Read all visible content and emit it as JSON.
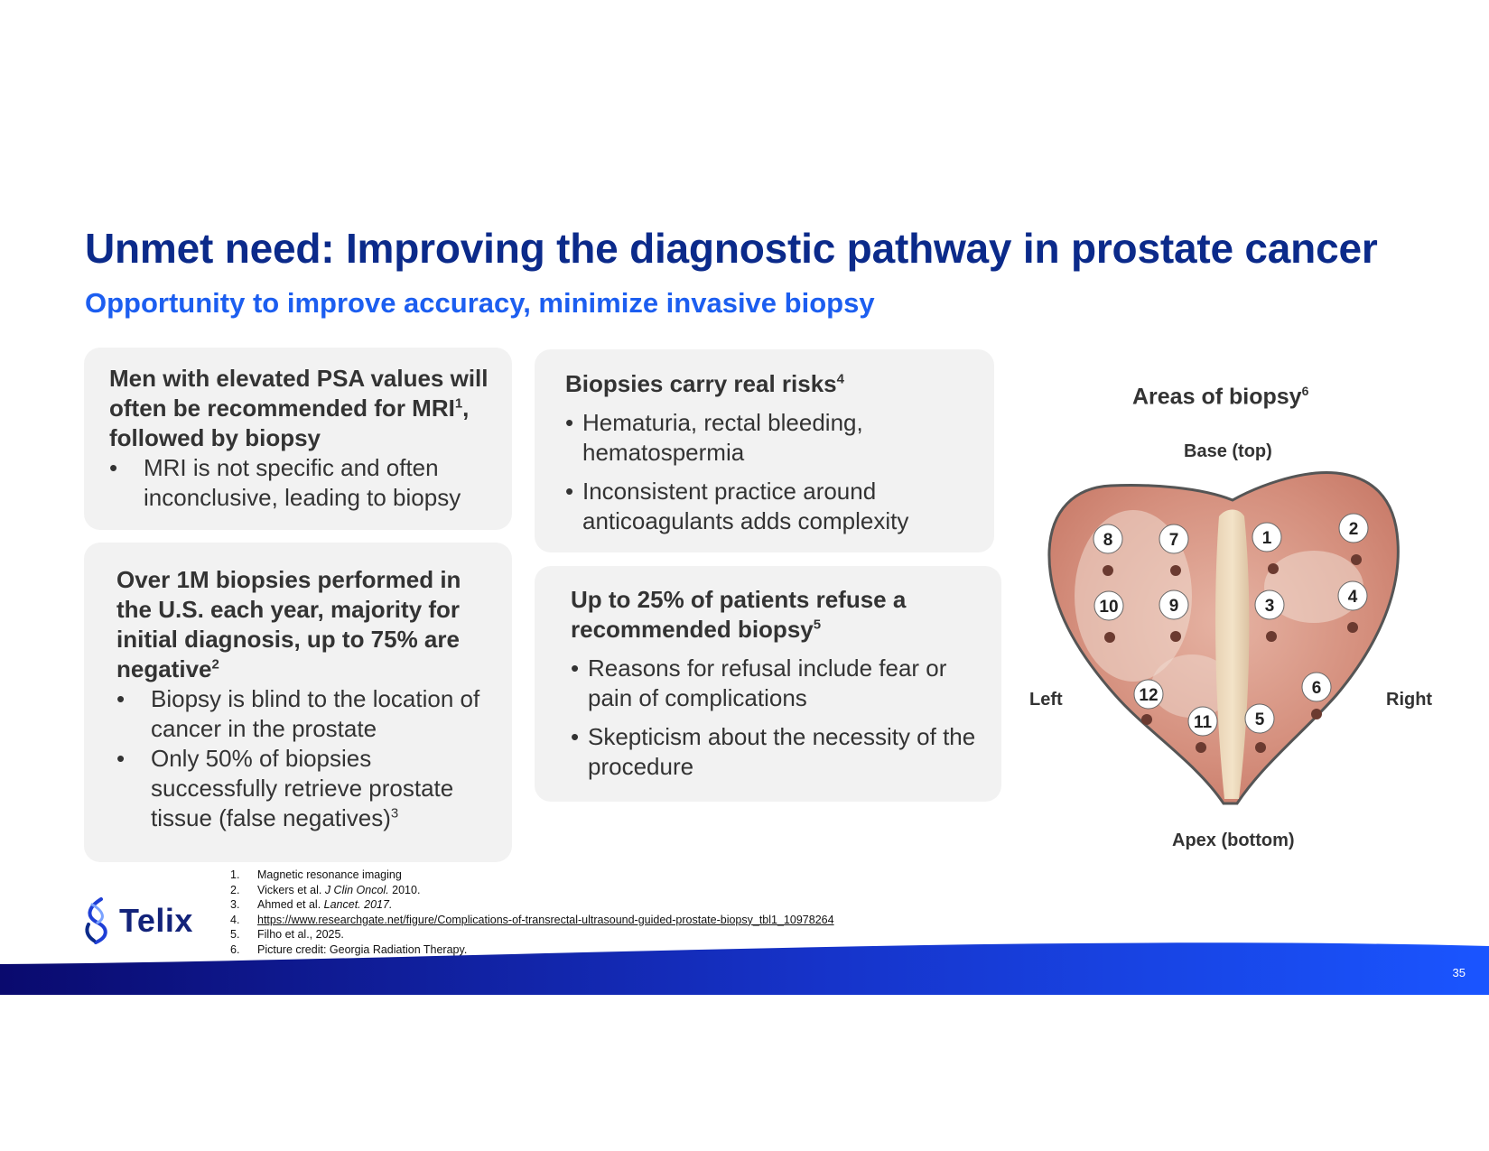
{
  "slide": {
    "title": "Unmet need: Improving the diagnostic pathway in prostate cancer",
    "subtitle": "Opportunity to improve accuracy, minimize invasive biopsy",
    "page_number": "35",
    "brand_colors": {
      "title": "#0b2a8a",
      "subtitle": "#1c5ef0",
      "band_start": "#0a0a6e",
      "band_end": "#1a55ff",
      "card_bg": "#f2f2f2"
    }
  },
  "cards": {
    "psa": {
      "heading_1": "Men with elevated PSA values will often be recommended for MRI",
      "heading_sup": "1",
      "heading_2": ", followed by biopsy",
      "bullets": [
        "MRI is not specific and often inconclusive, leading to biopsy"
      ]
    },
    "volume": {
      "heading": "Over 1M biopsies performed in the U.S. each year, majority for initial diagnosis, up to 75% are negative",
      "heading_sup": "2",
      "bullet_1": "Biopsy is blind to the location of cancer in the prostate",
      "bullet_2": "Only 50% of biopsies successfully retrieve prostate tissue (false negatives)",
      "bullet_2_sup": "3"
    },
    "risks": {
      "heading": "Biopsies carry real risks",
      "heading_sup": "4",
      "bullets": [
        "Hematuria, rectal bleeding, hematospermia",
        "Inconsistent practice around anticoagulants adds complexity"
      ]
    },
    "refusal": {
      "heading": "Up to 25% of patients refuse a recommended biopsy",
      "heading_sup": "5",
      "bullets": [
        "Reasons for refusal include fear or pain of complications",
        "Skepticism about the necessity of the procedure"
      ]
    }
  },
  "diagram": {
    "title": "Areas of biopsy",
    "title_sup": "6",
    "label_top": "Base (top)",
    "label_bottom": "Apex (bottom)",
    "label_left": "Left",
    "label_right": "Right",
    "sites": [
      "8",
      "7",
      "1",
      "2",
      "10",
      "9",
      "3",
      "4",
      "12",
      "11",
      "5",
      "6"
    ]
  },
  "footnotes": {
    "numbers": [
      "1.",
      "2.",
      "3.",
      "4.",
      "5.",
      "6."
    ],
    "f1": "Magnetic resonance imaging",
    "f2_author": "Vickers et al. ",
    "f2_journal": "J Clin Oncol.",
    "f2_year": " 2010.",
    "f3_author": "Ahmed et al. ",
    "f3_journal": "Lancet. 2017.",
    "f4_link": "https://www.researchgate.net/figure/Complications-of-transrectal-ultrasound-guided-prostate-biopsy_tbl1_10978264",
    "f5": "Filho et al., 2025.",
    "f6": "Picture credit: Georgia Radiation Therapy."
  },
  "logo": {
    "word": "Telix"
  }
}
